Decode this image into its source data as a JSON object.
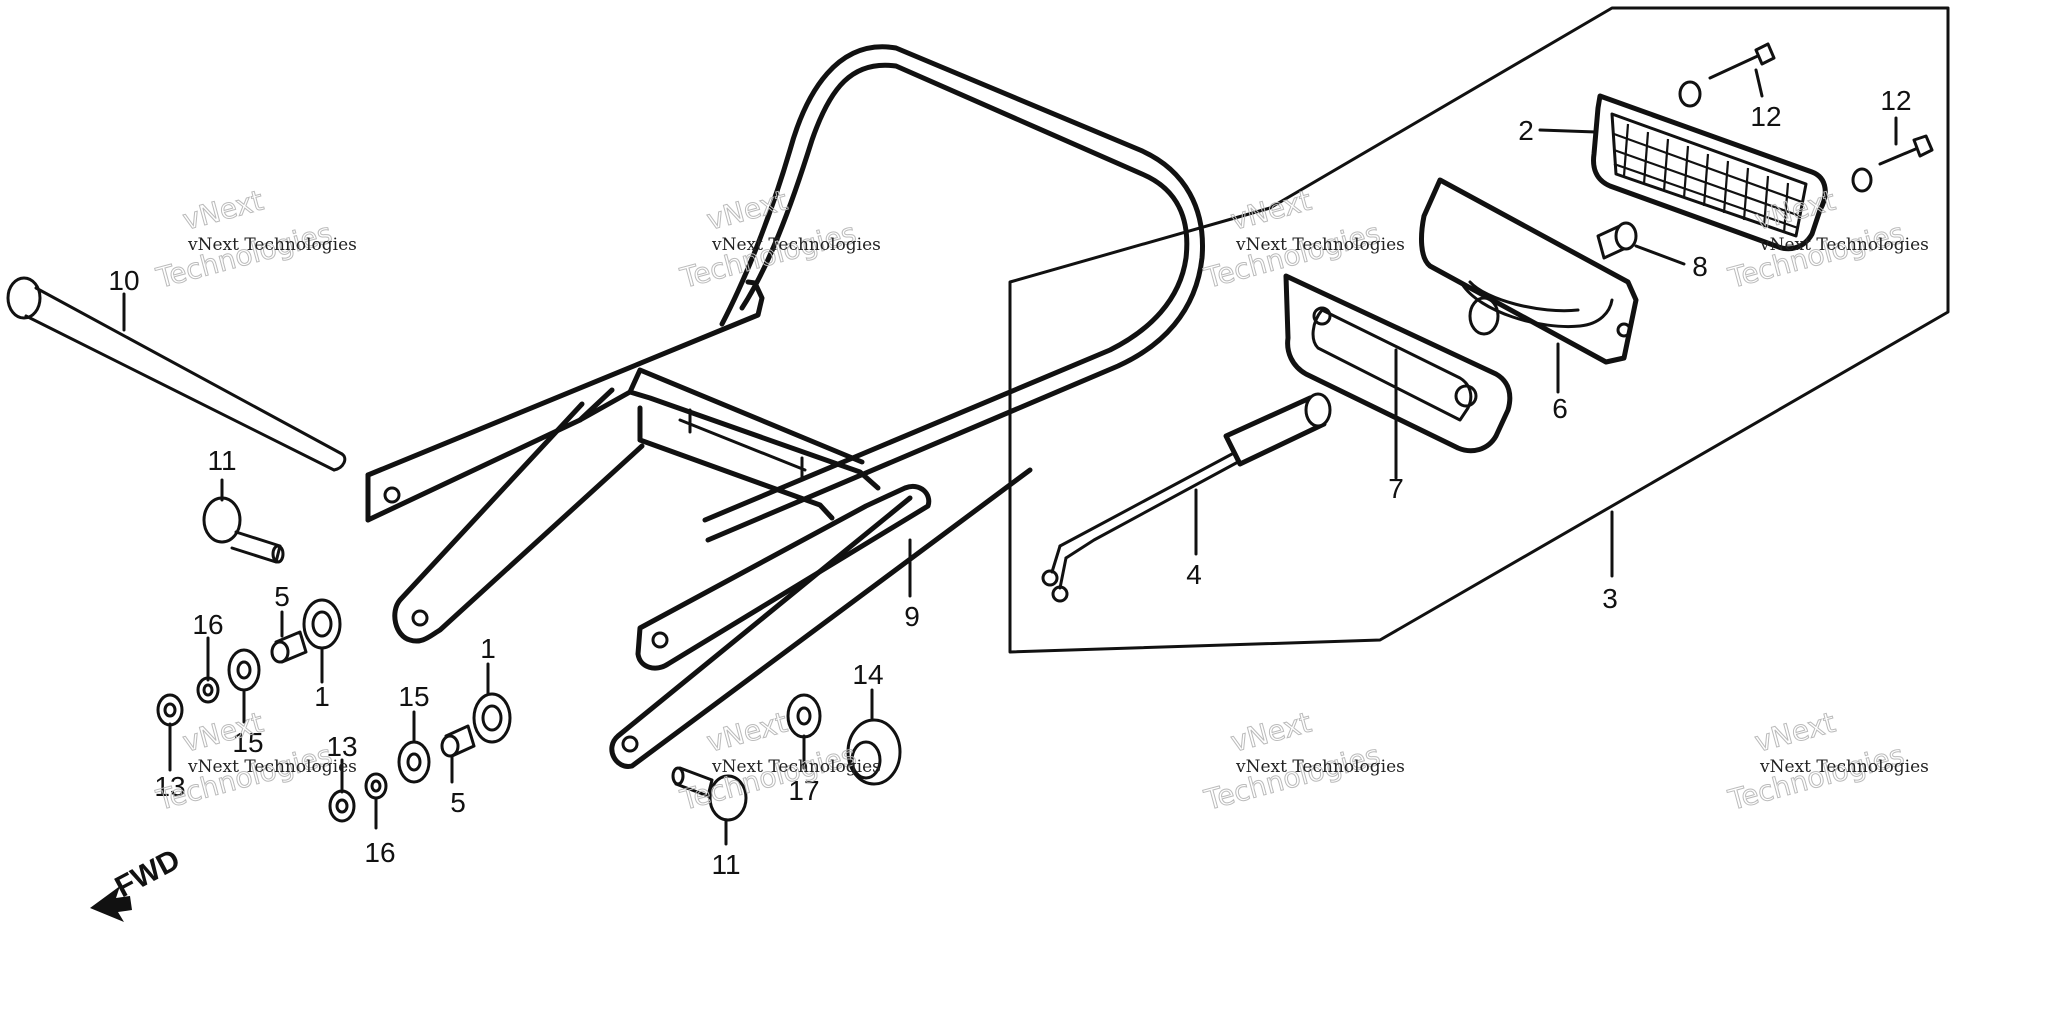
{
  "callouts": {
    "c1a": "1",
    "c1b": "1",
    "c2": "2",
    "c3": "3",
    "c4": "4",
    "c5a": "5",
    "c5b": "5",
    "c6": "6",
    "c7": "7",
    "c8": "8",
    "c9": "9",
    "c10": "10",
    "c11a": "11",
    "c11b": "11",
    "c12a": "12",
    "c12b": "12",
    "c13a": "13",
    "c13b": "13",
    "c14": "14",
    "c15a": "15",
    "c15b": "15",
    "c16a": "16",
    "c16b": "16",
    "c17": "17"
  },
  "direction_label": "FWD",
  "watermark": {
    "line1": "vNext Technologies",
    "line2": "vNext",
    "line3": "Technologies"
  },
  "colors": {
    "ink": "#111111",
    "background": "#ffffff",
    "watermark": "#bbbbbb"
  }
}
